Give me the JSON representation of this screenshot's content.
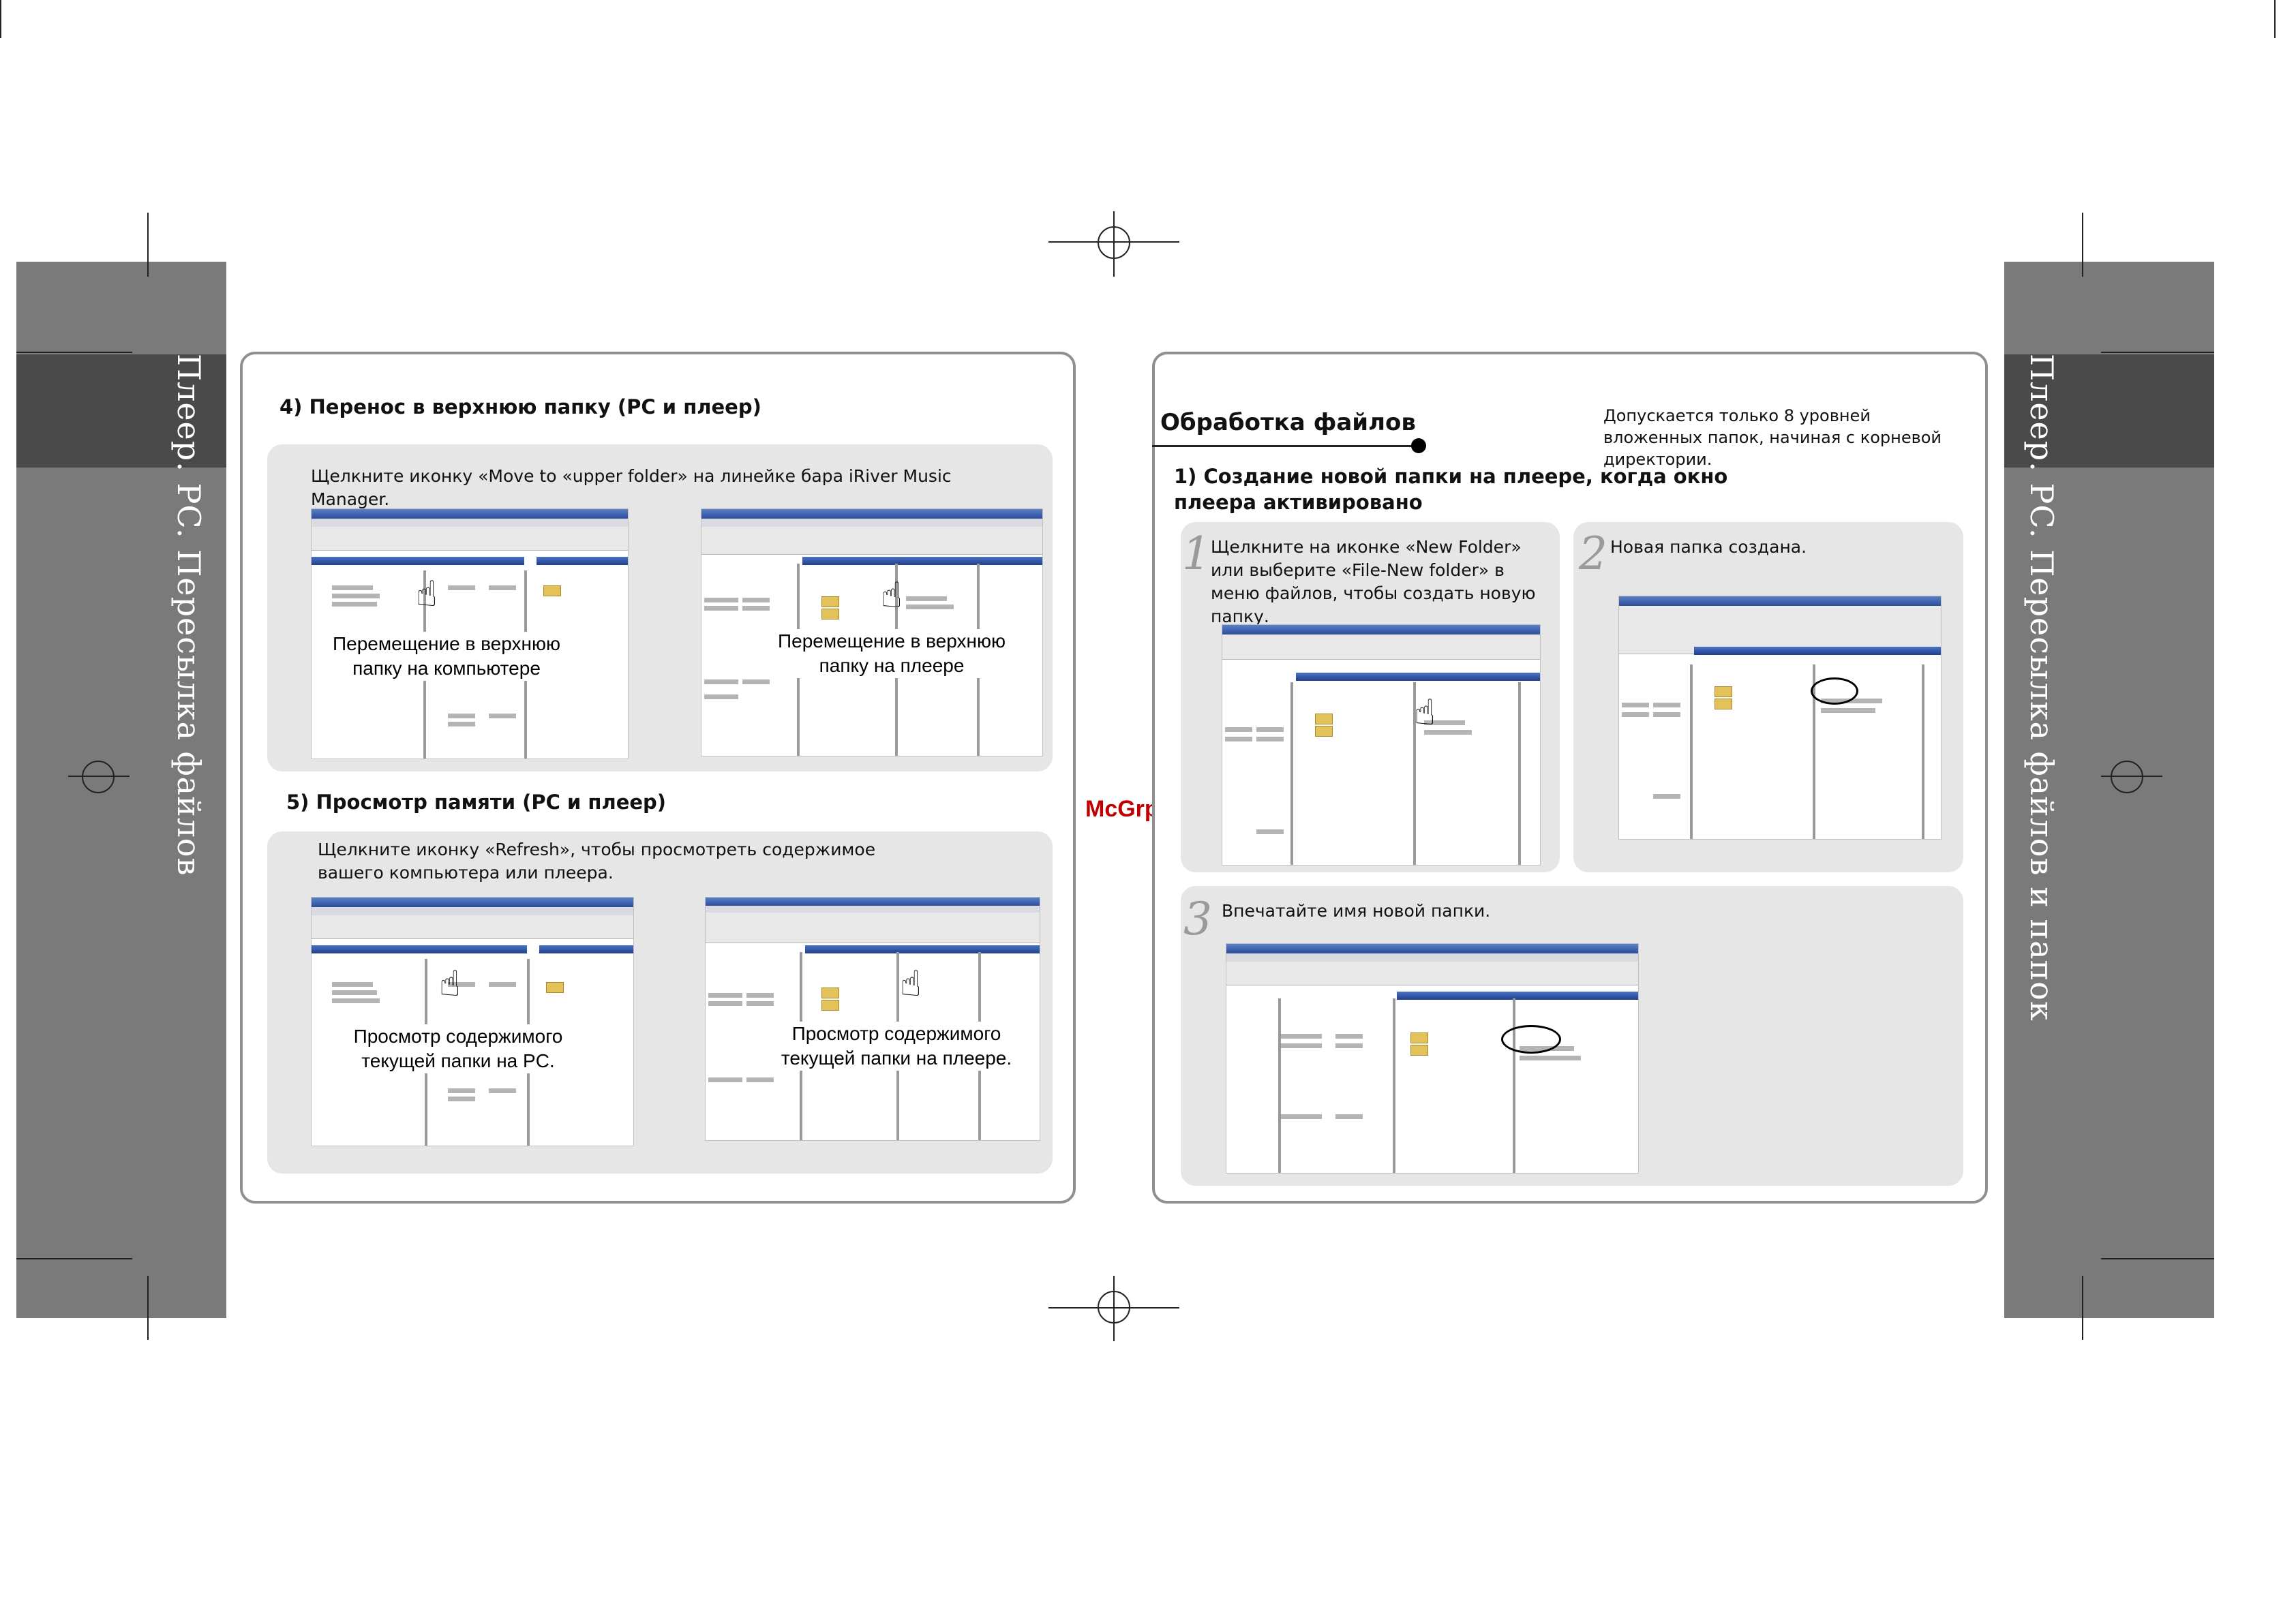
{
  "sidebar_left": {
    "text": "Плеер. PC. Пересылка файлов"
  },
  "sidebar_right": {
    "text": "Плеер. PC. Пересылка файлов и папок"
  },
  "watermark": "McGrp.Ru",
  "left_page": {
    "section4": {
      "heading": "4) Перенос в верхнюю папку (PC и плеер)",
      "instruction": "Щелкните иконку «Move to «upper folder» на линейке бара iRiver Music Manager.",
      "caption_pc": "Перемещение в верхнюю папку на компьютере",
      "caption_player": "Перемещение в верхнюю папку на плеере"
    },
    "section5": {
      "heading": "5) Просмотр памяти (PC и плеер)",
      "instruction": "Щелкните иконку «Refresh», чтобы просмотреть содержимое вашего компьютера или плеера.",
      "caption_pc": "Просмотр содержимого текущей папки на PC.",
      "caption_player": "Просмотр содержимого текущей папки на плеере."
    }
  },
  "right_page": {
    "title": "Обработка файлов",
    "note": "Допускается только 8 уровней вложенных папок, начиная с корневой директории.",
    "subheading": "1) Создание новой папки на плеере, когда окно плеера активировано",
    "steps": [
      {
        "num": "1",
        "text": "Щелкните на иконке «New Folder» или выберите «File-New folder» в меню файлов, чтобы создать новую папку."
      },
      {
        "num": "2",
        "text": "Новая папка создана."
      },
      {
        "num": "3",
        "text": "Впечатайте имя новой папки."
      }
    ]
  },
  "icons": [
    "pointing-hand-icon",
    "registration-mark-icon",
    "folder-icon"
  ]
}
